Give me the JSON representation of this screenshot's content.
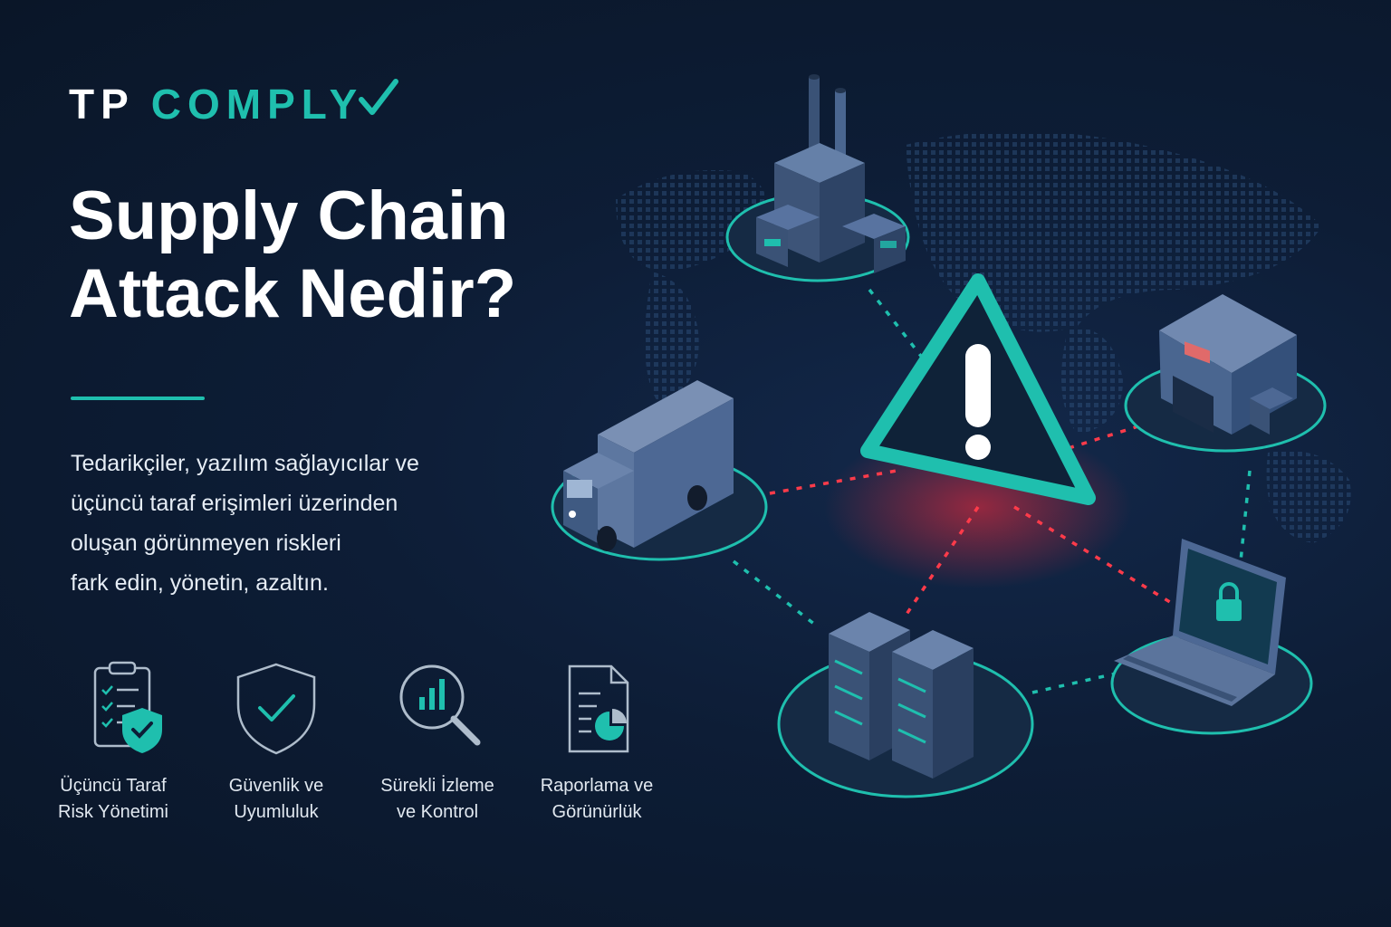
{
  "brand": {
    "part1": "TP",
    "part2": "COMPLY"
  },
  "headline": {
    "line1": "Supply Chain",
    "line2": "Attack Nedir?"
  },
  "description": {
    "lines": [
      "Tedarikçiler, yazılım sağlayıcılar ve",
      "üçüncü taraf erişimleri üzerinden",
      "oluşan görünmeyen riskleri",
      "fark edin, yönetin, azaltın."
    ]
  },
  "features": [
    {
      "icon": "clipboard-shield-icon",
      "label": "Üçüncü Taraf\nRisk Yönetimi"
    },
    {
      "icon": "shield-check-icon",
      "label": "Güvenlik ve\nUyumluluk"
    },
    {
      "icon": "magnifier-chart-icon",
      "label": "Sürekli İzleme\nve Kontrol"
    },
    {
      "icon": "report-document-icon",
      "label": "Raporlama ve\nGörünürlük"
    }
  ],
  "colors": {
    "background": "#0d1d36",
    "accent": "#1fbfae",
    "alert": "#ff3b4a",
    "text": "#ffffff"
  },
  "scene_icons": [
    "factory-icon",
    "warehouse-icon",
    "truck-icon",
    "server-rack-icon",
    "laptop-lock-icon",
    "warning-triangle-icon"
  ]
}
